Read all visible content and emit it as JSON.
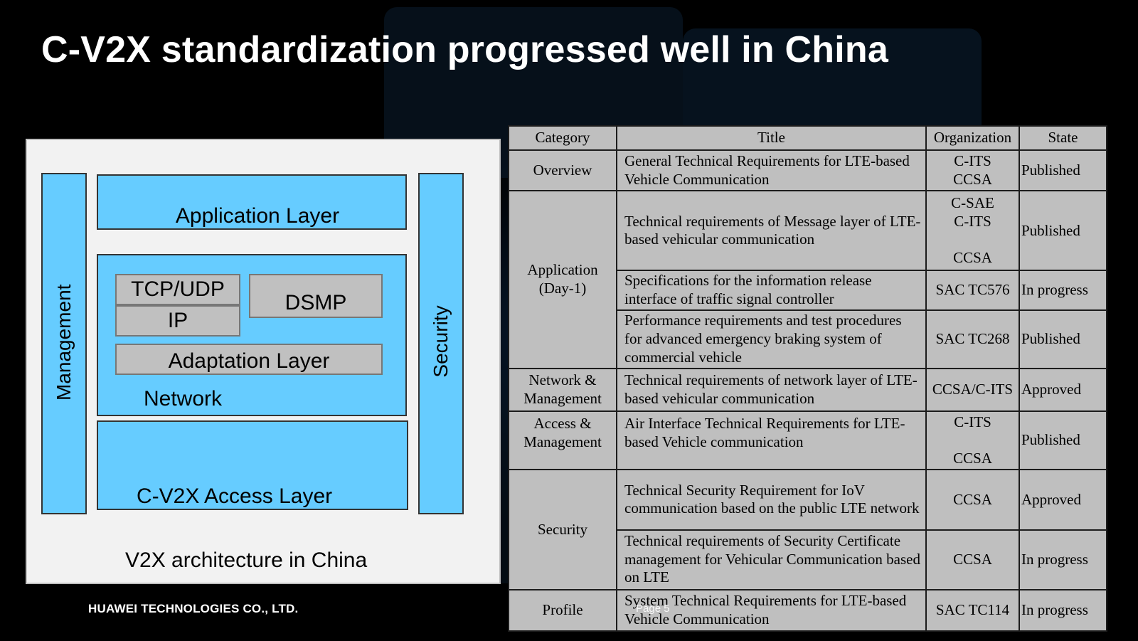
{
  "slide": {
    "title": "C-V2X standardization progressed well in China"
  },
  "diagram": {
    "caption": "V2X architecture in China",
    "management": "Management",
    "security": "Security",
    "application_layer": "Application Layer",
    "tcp_udp": "TCP/UDP",
    "ip": "IP",
    "dsmp": "DSMP",
    "adaptation_layer": "Adaptation Layer",
    "network": "Network",
    "access_layer": "C-V2X Access Layer"
  },
  "table": {
    "headers": [
      "Category",
      "Title",
      "Organization",
      "State"
    ],
    "rows": [
      {
        "category": "Overview",
        "title": "General Technical Requirements for LTE-based Vehicle Communication",
        "organization": "C-ITS\nCCSA",
        "state": "Published"
      },
      {
        "category": "Application\n(Day-1)",
        "title": "Technical requirements of Message layer of LTE-based vehicular communication",
        "organization": "C-SAE\nC-ITS\n\nCCSA",
        "state": "Published"
      },
      {
        "category": "",
        "title": "Specifications for the information release interface of traffic signal controller",
        "organization": "SAC TC576",
        "state": "In progress"
      },
      {
        "category": "",
        "title": "Performance requirements and test procedures for advanced emergency braking  system of commercial vehicle",
        "organization": "SAC TC268",
        "state": "Published"
      },
      {
        "category": "Network &\nManagement",
        "title": "Technical requirements of network layer of LTE-based vehicular communication",
        "organization": "CCSA/C-ITS",
        "state": "Approved"
      },
      {
        "category": "Access &\nManagement",
        "title": "Air Interface Technical Requirements for LTE-based Vehicle communication",
        "organization": "C-ITS\n\nCCSA",
        "state": "Published"
      },
      {
        "category": "Security",
        "title": "Technical Security Requirement for IoV communication  based  on  the  public LTE  network",
        "organization": "CCSA",
        "state": "Approved"
      },
      {
        "category": "",
        "title": "Technical requirements of Security Certificate management for Vehicular Communication based on LTE",
        "organization": "CCSA",
        "state": "In progress"
      },
      {
        "category": "Profile",
        "title": "System Technical Requirements for LTE-based Vehicle Communication",
        "organization": "SAC TC114",
        "state": "In progress"
      }
    ]
  },
  "footer": {
    "company": "HUAWEI TECHNOLOGIES CO., LTD.",
    "page": "Page 5"
  }
}
